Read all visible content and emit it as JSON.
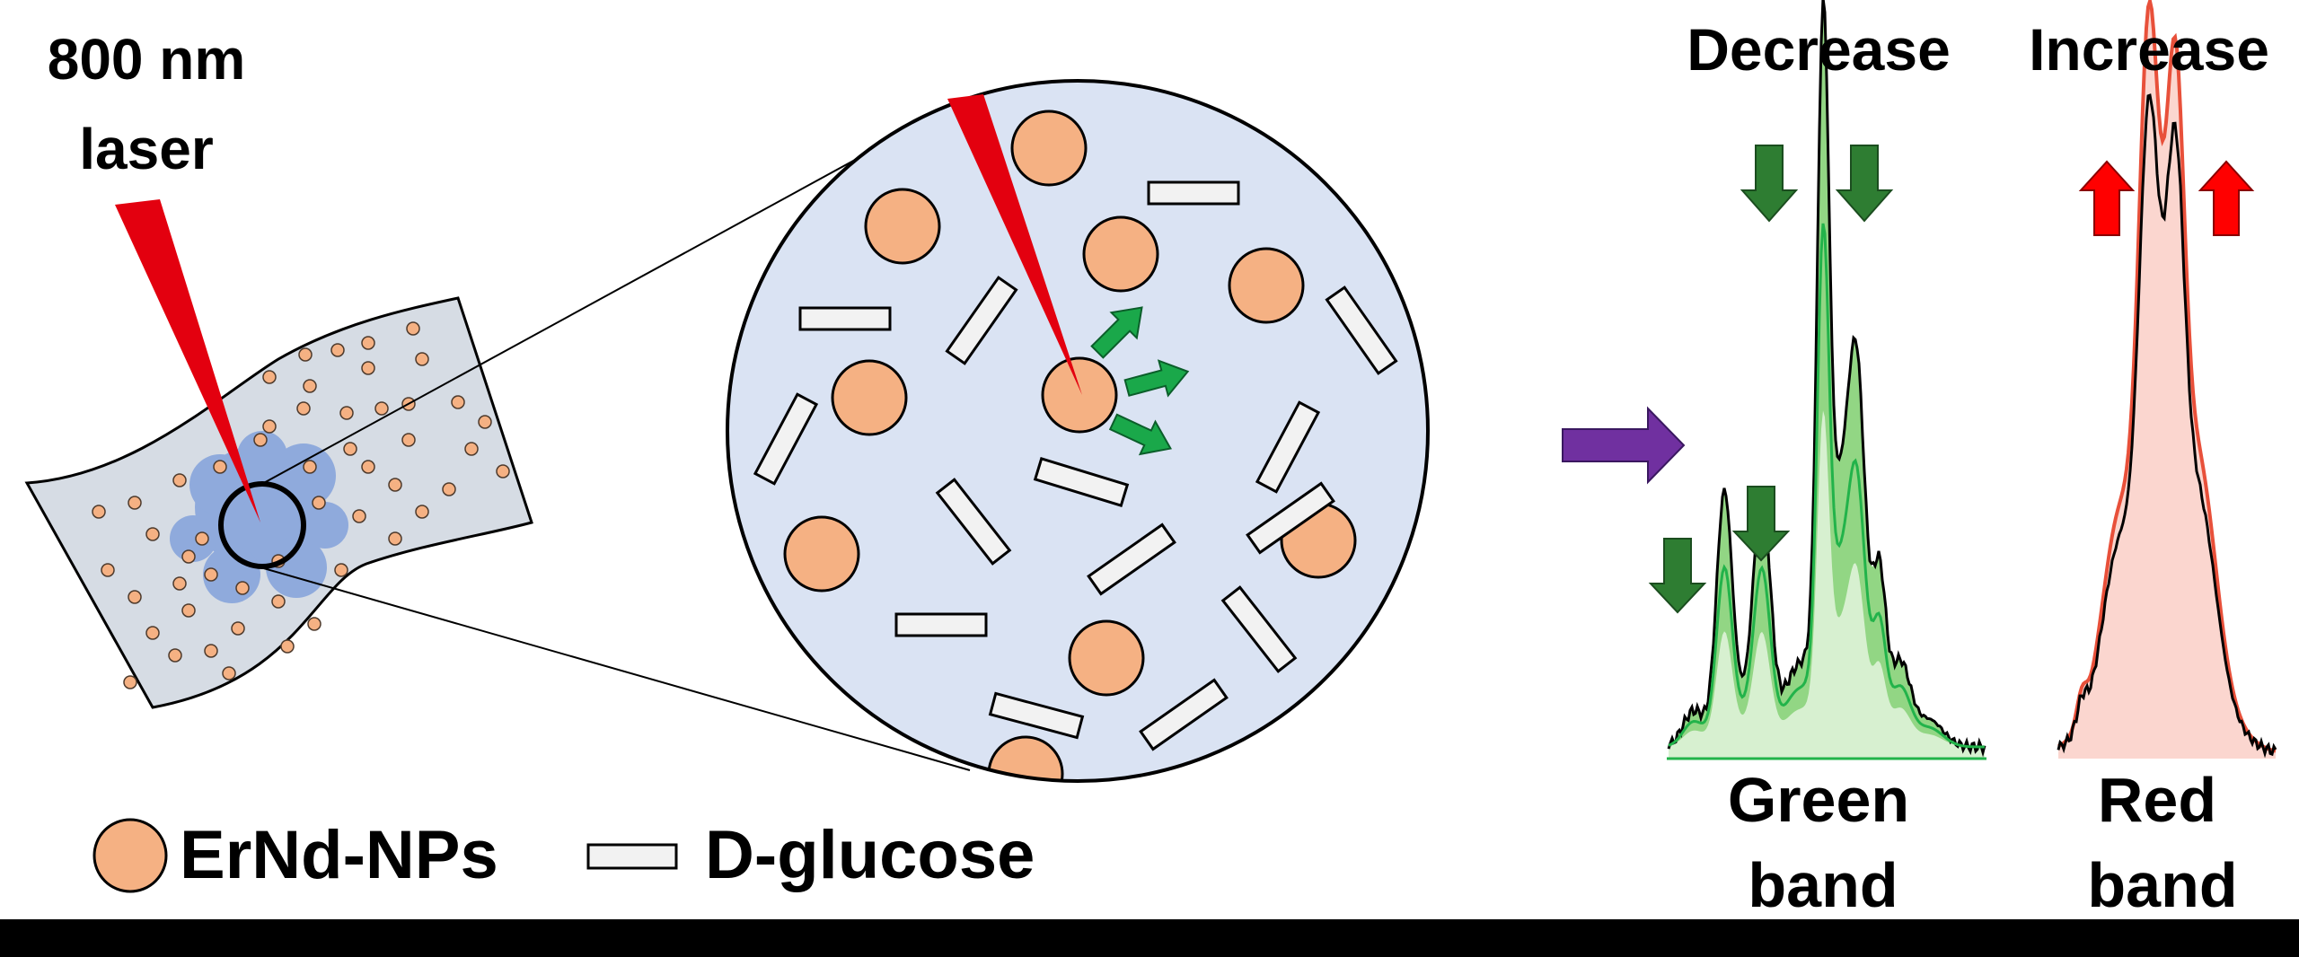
{
  "laser": {
    "line1": "800 nm",
    "line2": "laser"
  },
  "legend": {
    "nanoparticles": "ErNd-NPs",
    "glucose": "D-glucose"
  },
  "green_spectrum": {
    "header": "Decrease",
    "label_line1": "Green",
    "label_line2": "band"
  },
  "red_spectrum": {
    "header": "Increase",
    "label_line1": "Red",
    "label_line2": "band"
  },
  "colors": {
    "laser": "#e3000f",
    "nanoparticle": "#f5b183",
    "film": "#d6dce4",
    "zoom_circle": "#dae3f3",
    "heated_region": "#8faadc",
    "glucose": "#f2f2f2",
    "green_arrow": "#2e7d32",
    "emission_arrow": "#1aa84a",
    "red_arrow": "#ff0000",
    "process_arrow": "#7030a0",
    "green_band": "#7fcf6f",
    "red_band": "#f08070"
  }
}
